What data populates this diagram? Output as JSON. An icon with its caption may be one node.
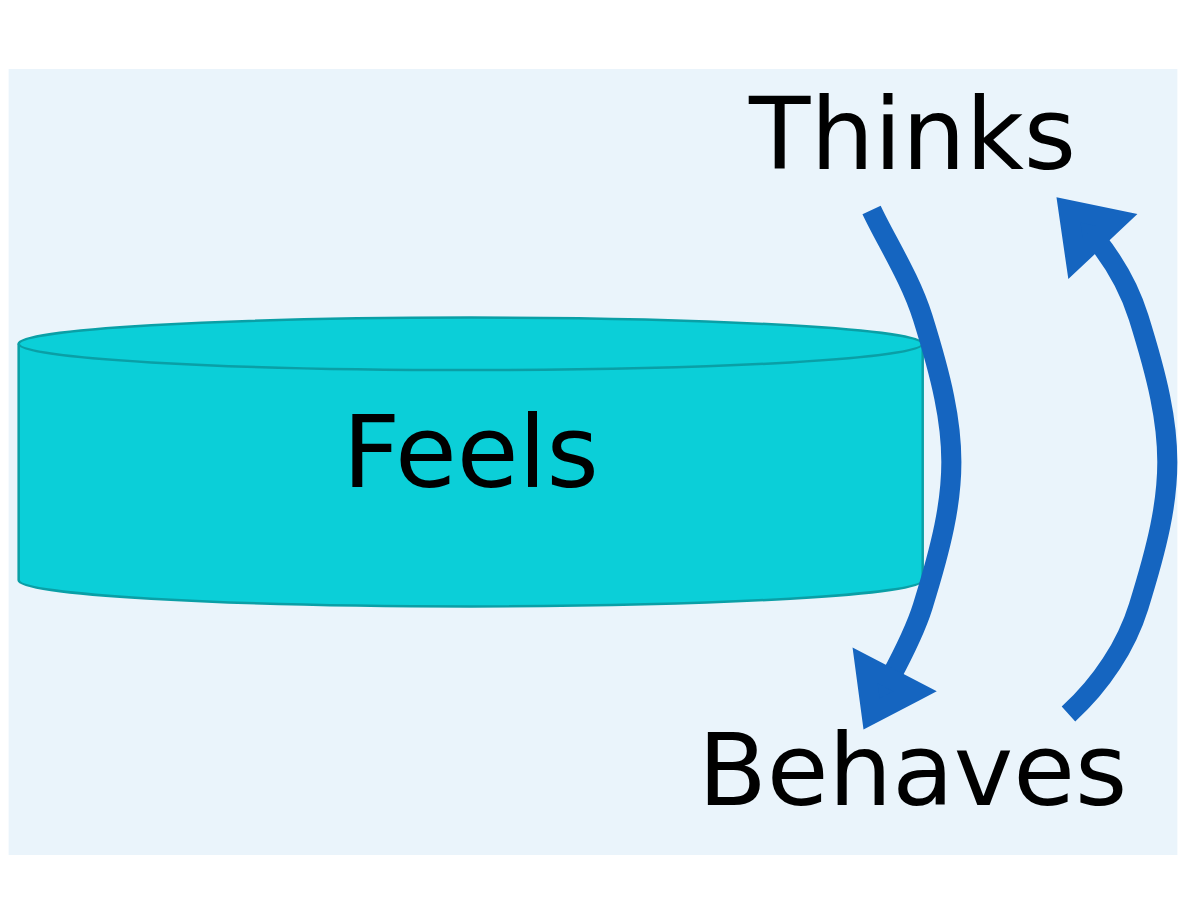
{
  "diagram": {
    "nodes": [
      {
        "text": [
          "Thinks"
        ]
      },
      {
        "text": [
          "Feels"
        ]
      },
      {
        "text": [
          "Behaves"
        ]
      }
    ],
    "edges": [
      {
        "from": 0,
        "to": 2,
        "arrow": "to"
      },
      {
        "from": 2,
        "to": 0,
        "arrow": "to"
      }
    ]
  }
}
